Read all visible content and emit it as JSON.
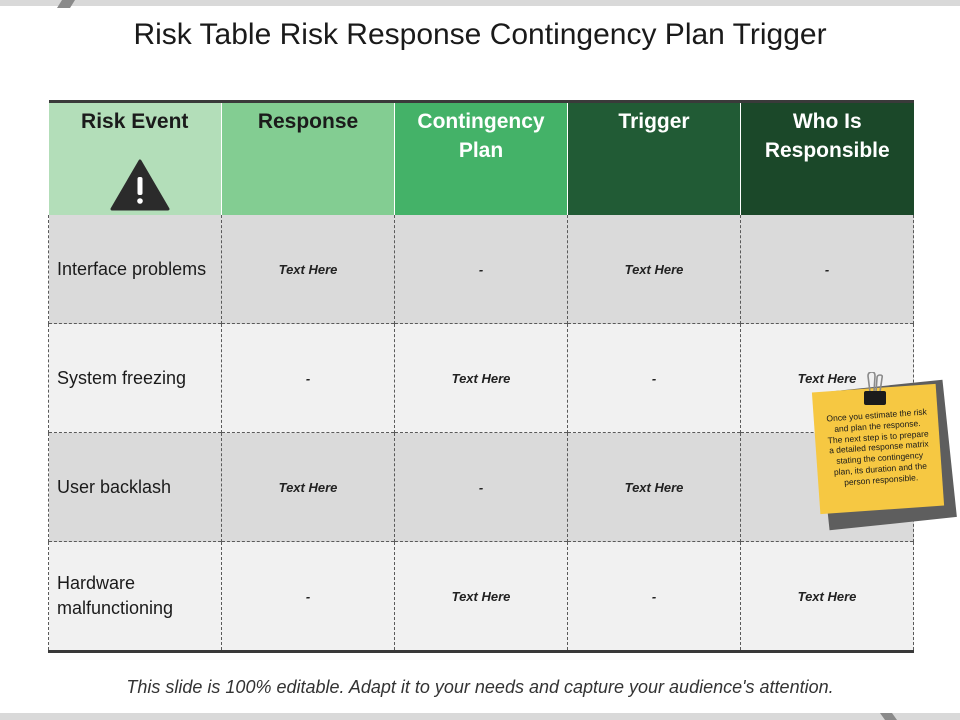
{
  "title": "Risk Table Risk Response Contingency Plan Trigger",
  "table": {
    "headers": [
      "Risk Event",
      "Response",
      "Contingency Plan",
      "Trigger",
      "Who Is Responsible"
    ],
    "rows": [
      [
        "Interface problems",
        "Text Here",
        "-",
        "Text Here",
        "-"
      ],
      [
        "System freezing",
        "-",
        "Text Here",
        "-",
        "Text Here"
      ],
      [
        "User backlash",
        "Text Here",
        "-",
        "Text Here",
        ""
      ],
      [
        "Hardware malfunctioning",
        "-",
        "Text Here",
        "-",
        "Text Here"
      ]
    ]
  },
  "sticky_note": {
    "text": "Once you estimate the risk and plan the response. The next step is to prepare a detailed response matrix stating the contingency plan, its duration and the person responsible."
  },
  "footer": "This slide is 100% editable. Adapt it to your needs and capture your audience's attention.",
  "icons": {
    "warning": "warning-triangle-icon",
    "clip": "binder-clip-icon"
  },
  "colors": {
    "header_1": "#b3deb9",
    "header_2": "#83cd92",
    "header_3": "#44b268",
    "header_4": "#215b35",
    "header_5": "#1b4829",
    "row_dark": "#dadada",
    "row_light": "#f1f1f1",
    "note": "#f6c842"
  }
}
